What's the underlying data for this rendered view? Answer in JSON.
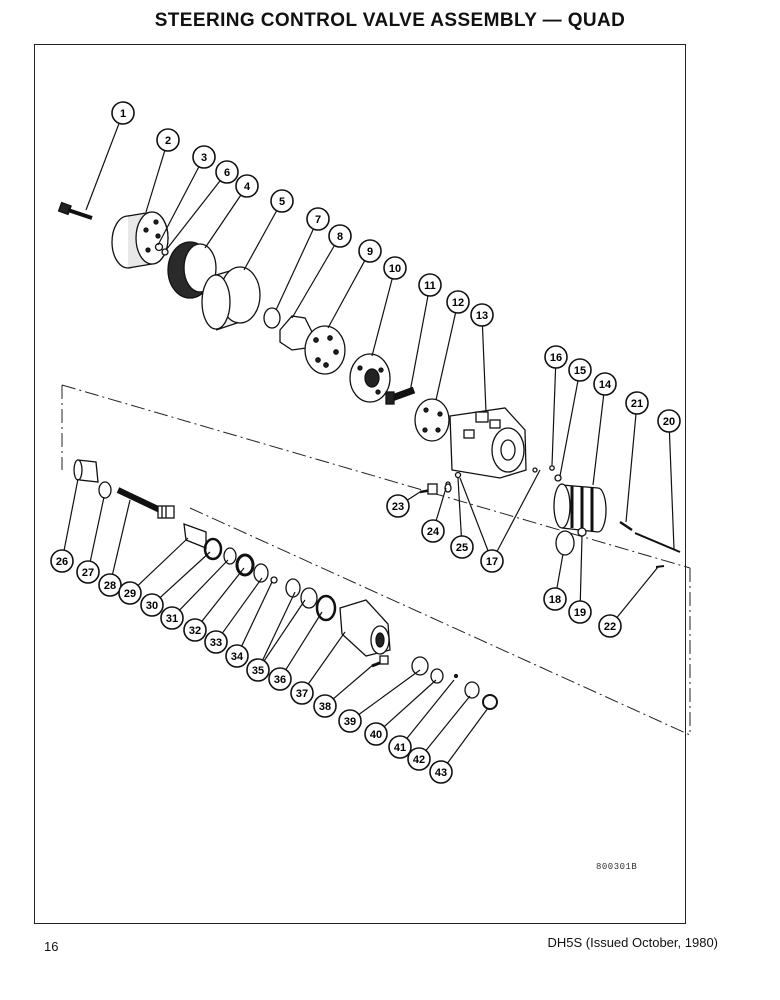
{
  "page": {
    "title": "STEERING CONTROL VALVE ASSEMBLY — QUAD",
    "drawing_code": "800301B",
    "page_number": "16",
    "document_ref": "DH5S (Issued October, 1980)"
  },
  "callouts": [
    {
      "id": "1"
    },
    {
      "id": "2"
    },
    {
      "id": "3"
    },
    {
      "id": "4"
    },
    {
      "id": "5"
    },
    {
      "id": "6"
    },
    {
      "id": "7"
    },
    {
      "id": "8"
    },
    {
      "id": "9"
    },
    {
      "id": "10"
    },
    {
      "id": "11"
    },
    {
      "id": "12"
    },
    {
      "id": "13"
    },
    {
      "id": "14"
    },
    {
      "id": "15"
    },
    {
      "id": "16"
    },
    {
      "id": "17"
    },
    {
      "id": "18"
    },
    {
      "id": "19"
    },
    {
      "id": "20"
    },
    {
      "id": "21"
    },
    {
      "id": "22"
    },
    {
      "id": "23"
    },
    {
      "id": "24"
    },
    {
      "id": "25"
    },
    {
      "id": "26"
    },
    {
      "id": "27"
    },
    {
      "id": "28"
    },
    {
      "id": "29"
    },
    {
      "id": "30"
    },
    {
      "id": "31"
    },
    {
      "id": "32"
    },
    {
      "id": "33"
    },
    {
      "id": "34"
    },
    {
      "id": "35"
    },
    {
      "id": "36"
    },
    {
      "id": "37"
    },
    {
      "id": "38"
    },
    {
      "id": "39"
    },
    {
      "id": "40"
    },
    {
      "id": "41"
    },
    {
      "id": "42"
    },
    {
      "id": "43"
    }
  ]
}
